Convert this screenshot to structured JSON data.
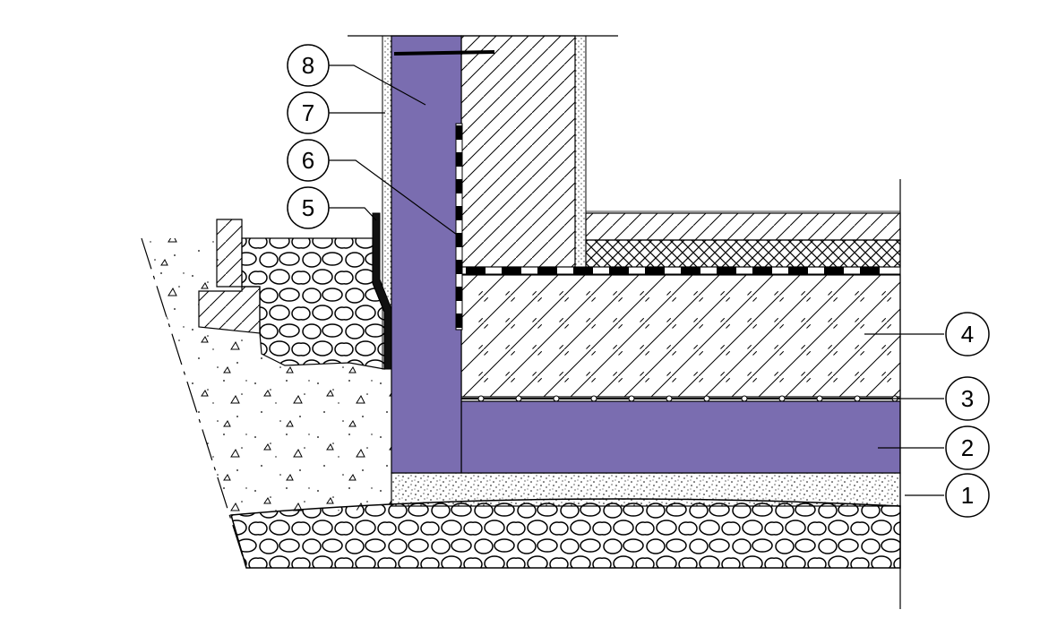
{
  "callouts": [
    {
      "id": "c1",
      "label": "1"
    },
    {
      "id": "c2",
      "label": "2"
    },
    {
      "id": "c3",
      "label": "3"
    },
    {
      "id": "c4",
      "label": "4"
    },
    {
      "id": "c5",
      "label": "5"
    },
    {
      "id": "c6",
      "label": "6"
    },
    {
      "id": "c7",
      "label": "7"
    },
    {
      "id": "c8",
      "label": "8"
    }
  ],
  "colors": {
    "insulation": "#7a6db0",
    "line": "#000000",
    "background": "#ffffff"
  }
}
